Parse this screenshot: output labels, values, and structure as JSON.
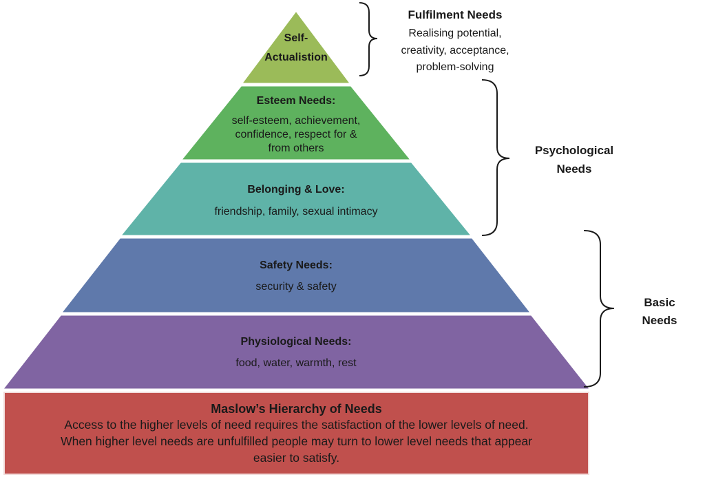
{
  "pyramid": {
    "levels": [
      {
        "title_lines": [
          "Self-",
          "Actualistion"
        ],
        "body_lines": [],
        "color": "#9bbb59"
      },
      {
        "title_lines": [
          "Esteem Needs:"
        ],
        "body_lines": [
          "self-esteem, achievement,",
          "confidence, respect for &",
          "from others"
        ],
        "color": "#5eb25e"
      },
      {
        "title_lines": [
          "Belonging & Love:"
        ],
        "body_lines": [
          "friendship, family, sexual intimacy"
        ],
        "color": "#5fb3a8"
      },
      {
        "title_lines": [
          "Safety Needs:"
        ],
        "body_lines": [
          "security & safety"
        ],
        "color": "#5f79ab"
      },
      {
        "title_lines": [
          "Physiological Needs:"
        ],
        "body_lines": [
          "food, water, warmth, rest"
        ],
        "color": "#8064a2"
      }
    ]
  },
  "groups": [
    {
      "title_lines": [
        "Fulfilment Needs"
      ],
      "body_lines": [
        "Realising potential,",
        "creativity, acceptance,",
        "problem-solving"
      ]
    },
    {
      "title_lines": [
        "Psychological",
        "Needs"
      ],
      "body_lines": []
    },
    {
      "title_lines": [
        "Basic",
        "Needs"
      ],
      "body_lines": []
    }
  ],
  "footer": {
    "title": "Maslow’s Hierarchy of Needs",
    "lines": [
      "Access to the higher levels of need requires the satisfaction of the lower levels of need.",
      "When higher level needs are unfulfilled people may turn to lower level needs that appear",
      "easier to satisfy."
    ],
    "color": "#c0504d"
  }
}
